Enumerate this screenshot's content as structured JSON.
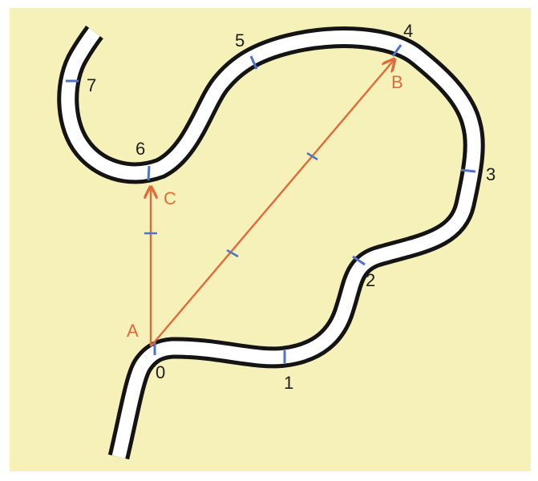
{
  "colors": {
    "background": "#f5f1b9",
    "river_bank": "#141414",
    "river_water": "#ffffff",
    "marker_tick": "#4f73c6",
    "vector": "#e06a3a"
  },
  "markers": [
    {
      "label": "0"
    },
    {
      "label": "1"
    },
    {
      "label": "2"
    },
    {
      "label": "3"
    },
    {
      "label": "4"
    },
    {
      "label": "5"
    },
    {
      "label": "6"
    },
    {
      "label": "7"
    }
  ],
  "points": {
    "A": "A",
    "B": "B",
    "C": "C"
  },
  "vectors": [
    {
      "from": "A",
      "to": "B"
    },
    {
      "from": "A",
      "to": "C"
    }
  ]
}
